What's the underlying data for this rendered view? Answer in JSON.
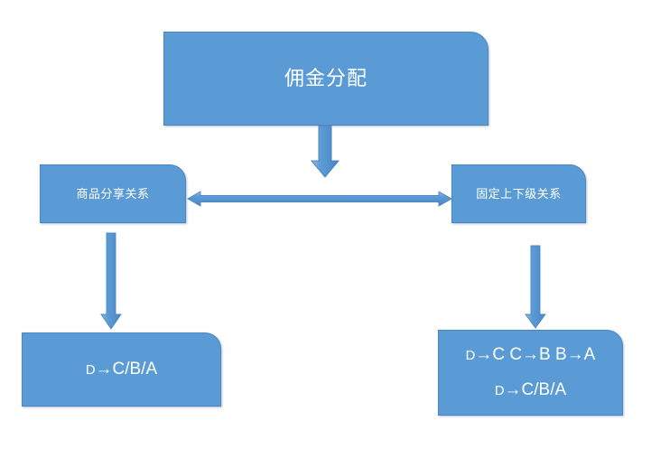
{
  "diagram": {
    "title": "佣金分配",
    "background_color": "#FFFFFF",
    "node_fill_color": "#5B9BD5",
    "node_border_color": "#4A86C5",
    "node_text_color": "#FFFFFF",
    "arrow_color": "#5B9BD5",
    "nodes": {
      "root": {
        "label": "佣金分配"
      },
      "share": {
        "label": "商品分享关系"
      },
      "hierarchy": {
        "label": "固定上下级关系"
      },
      "share_result": {
        "label": "D→C/B/A",
        "prefix": "D",
        "rest": "→C/B/A"
      },
      "hierarchy_result": {
        "line1": "D→C C→B B→A",
        "line1_prefix": "D",
        "line1_rest": "→C C→B B→A",
        "line2": "D→C/B/A",
        "line2_prefix": "D",
        "line2_rest": "→C/B/A"
      }
    },
    "connectors": [
      {
        "name": "root-to-center",
        "type": "arrow-down"
      },
      {
        "name": "share-to-hierarchy",
        "type": "arrow-double-horizontal"
      },
      {
        "name": "share-to-share-result",
        "type": "arrow-down"
      },
      {
        "name": "hierarchy-to-hierarchy-result",
        "type": "arrow-down"
      }
    ]
  }
}
